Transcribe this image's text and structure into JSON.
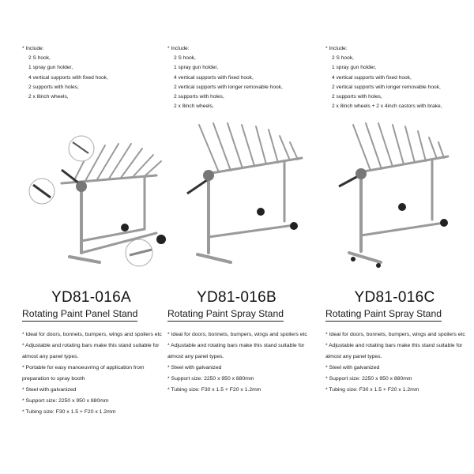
{
  "products": [
    {
      "includes": [
        "* Include:",
        "2 S hook,",
        "1 spray gun holder,",
        "4 vertical supports with fixed hook,",
        "2 supports with holes,",
        "2 x 8inch wheels,"
      ],
      "model": "YD81-016A",
      "title": "Rotating Paint Panel Stand",
      "features": [
        "* Ideal for doors, bonnets, bumpers, wings and spoilers etc",
        "* Adjustable and rotating bars make this stand suitable for almost any panel types.",
        "* Portable for easy manoeuvring of application from preparation to spray booth",
        "* Steel with galvanized",
        "* Support size: 2250 x 950 x 880mm",
        "* Tubing size: F30 x 1.5 + F20 x 1.2mm"
      ]
    },
    {
      "includes": [
        "* Include:",
        "2 S hook,",
        "1 spray gun holder,",
        "4 vertical supports with fixed hook,",
        "2 vertical supports with longer removable hook,",
        "2 supports with holes,",
        "2 x 8inch wheels,"
      ],
      "model": "YD81-016B",
      "title": "Rotating Paint Spray Stand",
      "features": [
        "* Ideal for doors, bonnets, bumpers, wings and spoilers etc",
        "* Adjustable and rotating bars make this stand suitable for almost any panel types.",
        "* Steel with galvanized",
        "* Support size: 2250 x 950 x 880mm",
        "* Tubing size: F30 x 1.5 + F20 x 1.2mm"
      ]
    },
    {
      "includes": [
        "* Include:",
        "2 S hook,",
        "1 spray gun holder,",
        "4 vertical supports with fixed hook,",
        "2 vertical supports with longer     removable hook,",
        "2 supports with holes,",
        "2 x 8inch wheels + 2 x 4inch castors with brake,"
      ],
      "model": "YD81-016C",
      "title": "Rotating Paint Spray Stand",
      "features": [
        "* Ideal for doors, bonnets, bumpers, wings and spoilers etc",
        "* Adjustable and rotating bars make this stand suitable for almost any panel types.",
        "* Steel with galvanized",
        "* Support size: 2250 x 950 x 880mm",
        "* Tubing size: F30 x 1.5 + F20 x 1.2mm"
      ]
    }
  ]
}
